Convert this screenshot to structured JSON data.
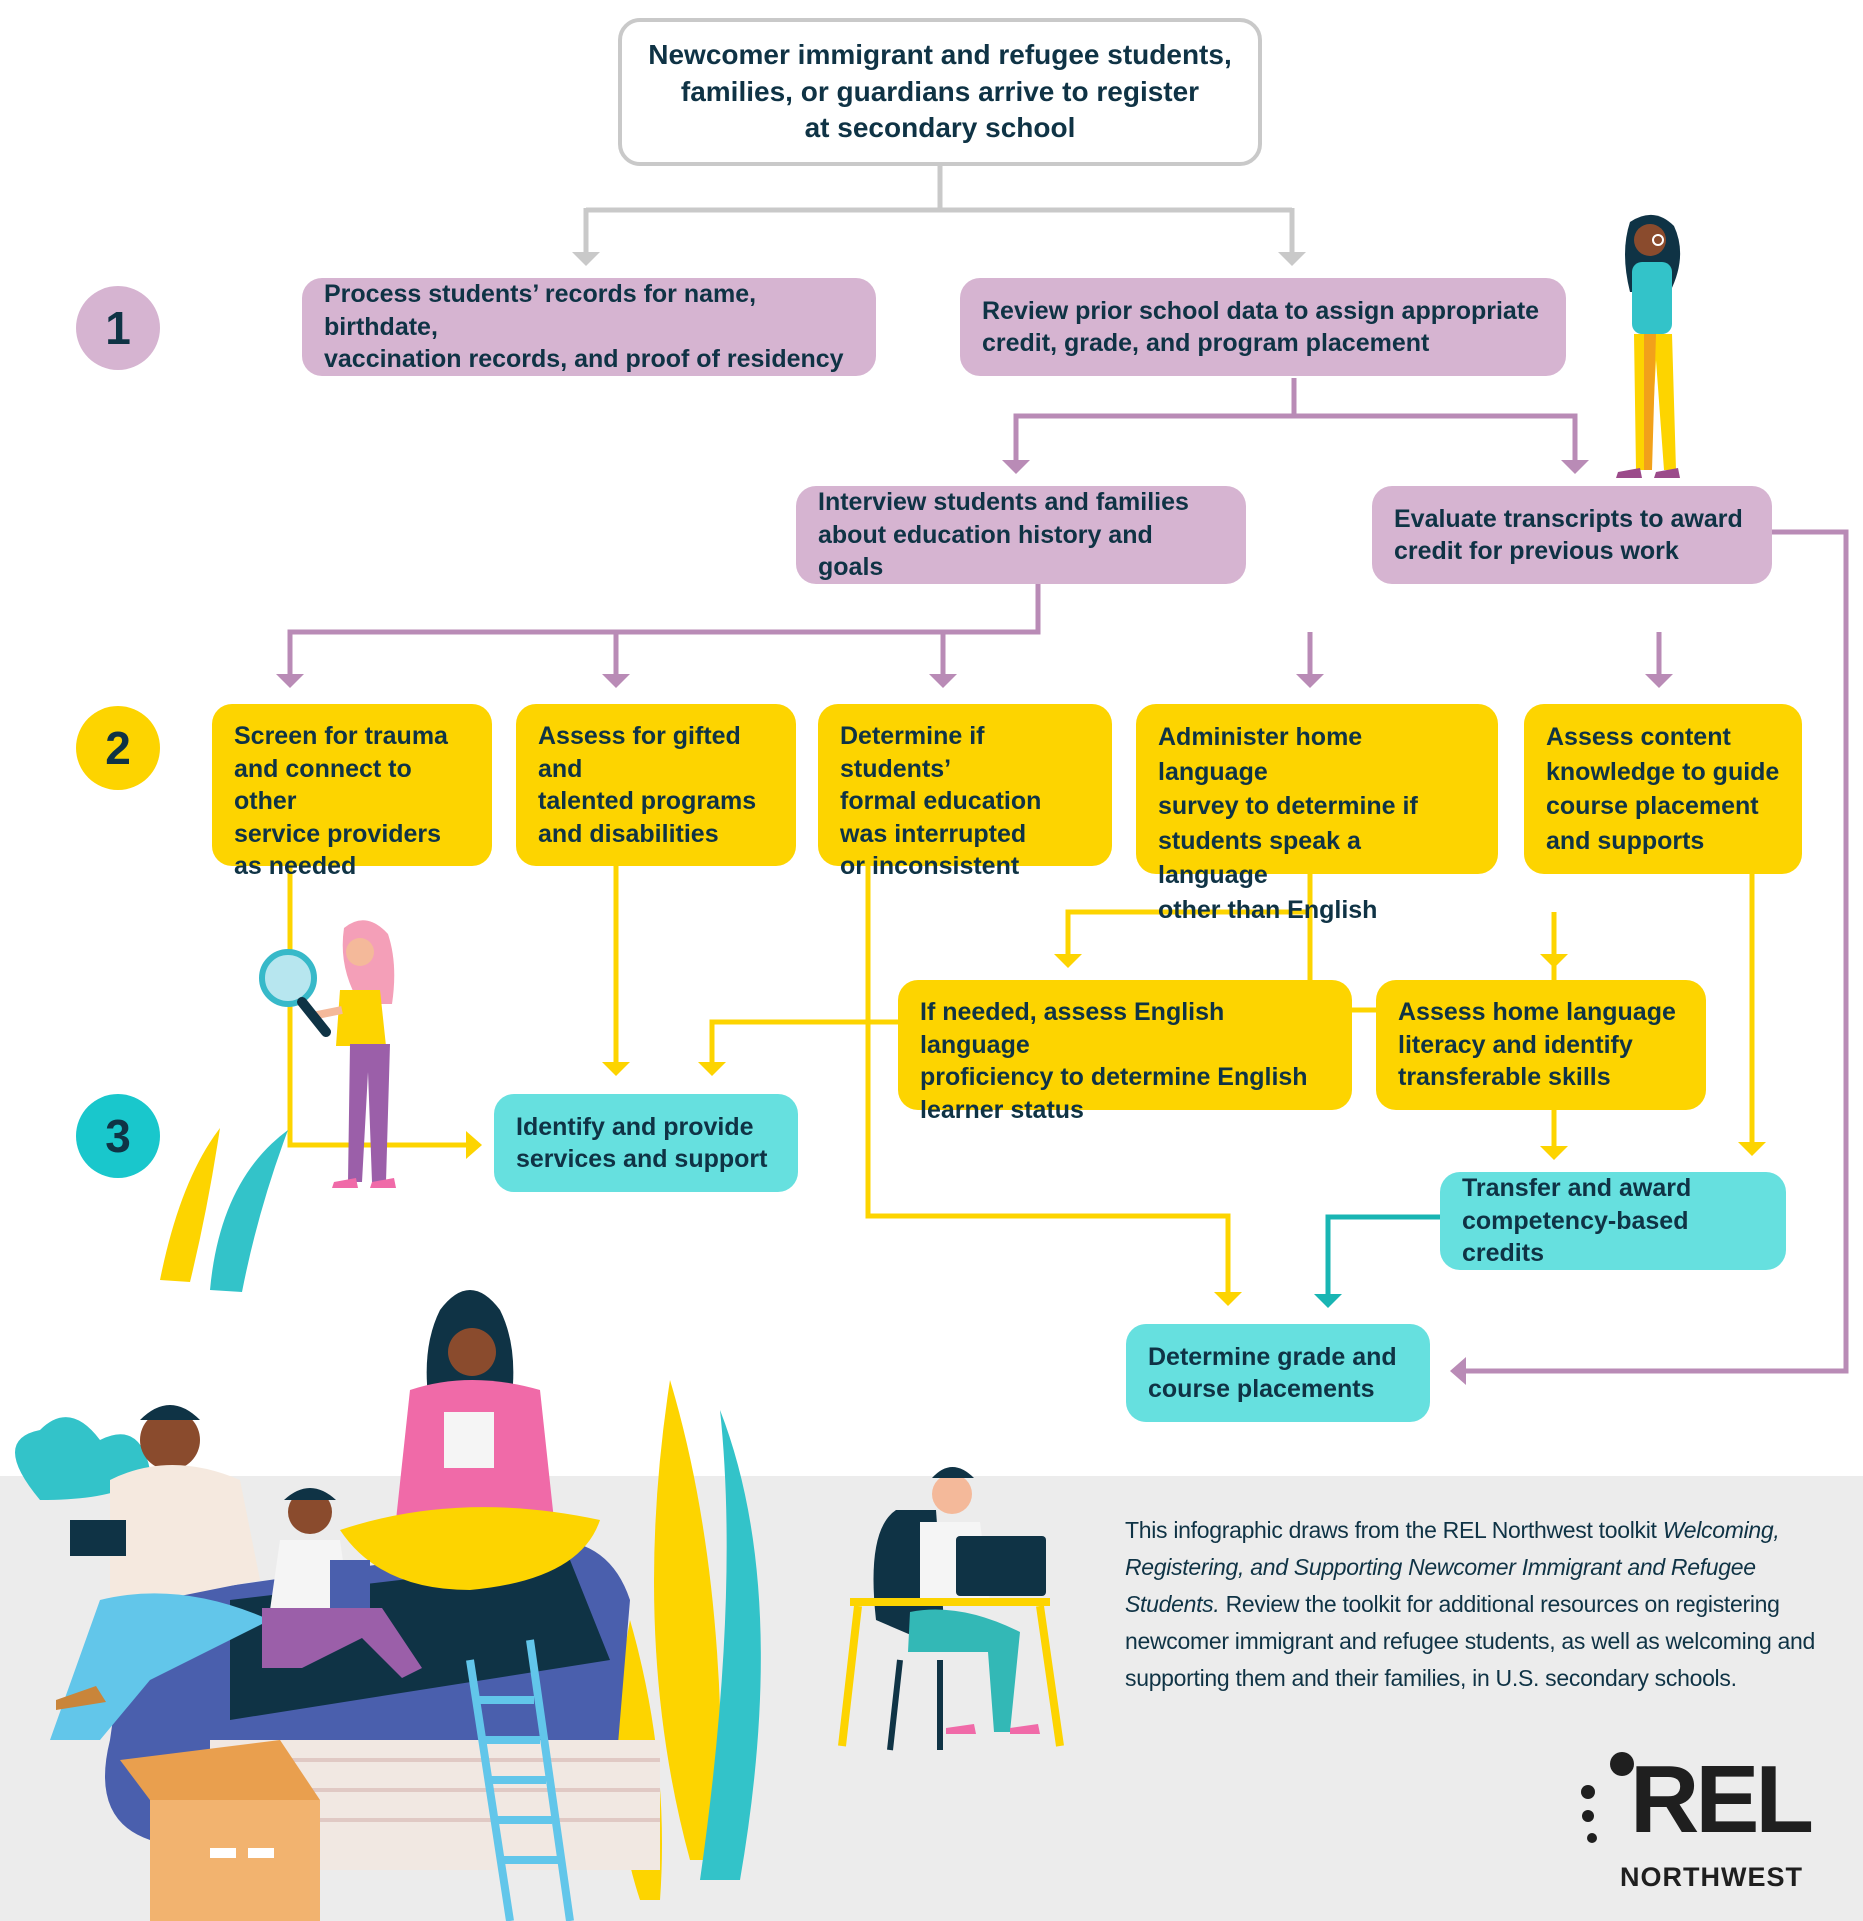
{
  "start": {
    "line1": "Newcomer immigrant and refugee students,",
    "line2": "families, or guardians arrive to register",
    "line3": "at secondary school"
  },
  "steps": [
    "1",
    "2",
    "3"
  ],
  "step1": {
    "process_records": [
      "Process students’ records for name, birthdate,",
      "vaccination records, and proof of residency"
    ],
    "review_prior": [
      "Review prior school data to assign appropriate",
      "credit, grade, and program placement"
    ],
    "interview": [
      "Interview students and families",
      "about education history and goals"
    ],
    "evaluate_transcripts": [
      "Evaluate transcripts to award",
      "credit for previous work"
    ]
  },
  "step2": {
    "screen_trauma": [
      "Screen for trauma",
      "and connect to other",
      "service providers",
      "as needed"
    ],
    "gifted": [
      "Assess for gifted and",
      "talented programs",
      "and disabilities"
    ],
    "interrupted": [
      "Determine if students’",
      "formal education",
      "was interrupted",
      "or inconsistent"
    ],
    "home_language_survey": [
      "Administer home language",
      "survey to determine if",
      "students speak a language",
      "other than English"
    ],
    "content_knowledge": [
      "Assess content",
      "knowledge to guide",
      "course placement",
      "and supports"
    ],
    "english_proficiency": [
      "If needed, assess English language",
      "proficiency to determine English",
      "learner status"
    ],
    "home_literacy": [
      "Assess home language",
      "literacy and identify",
      "transferable skills"
    ]
  },
  "step3": {
    "services": [
      "Identify and provide",
      "services and support"
    ],
    "transfer_credits": [
      "Transfer and award",
      "competency-based credits"
    ],
    "placements": [
      "Determine grade and",
      "course placements"
    ]
  },
  "footer": {
    "text_before": "This infographic draws from the REL Northwest toolkit ",
    "title": "Welcoming, Registering, and Supporting Newcomer Immigrant and Refugee Students.",
    "text_after": " Review the toolkit for additional resources on registering newcomer immigrant and refugee students, as well as welcoming and supporting them and their families, in U.S. secondary schools."
  },
  "logo": {
    "word": "REL",
    "sub": "NORTHWEST"
  },
  "colors": {
    "gray_line": "#c9c9c9",
    "purple_box": "#d6b4d1",
    "purple_line": "#b98bb6",
    "yellow": "#fdd400",
    "teal_box": "#66e0df",
    "teal_line": "#19b5b3",
    "ink": "#0f3345"
  },
  "icons": [
    "woman-thinking-illustration",
    "woman-magnifier-illustration",
    "family-reading-illustration",
    "student-laptop-illustration",
    "plant-leaves-illustration"
  ]
}
